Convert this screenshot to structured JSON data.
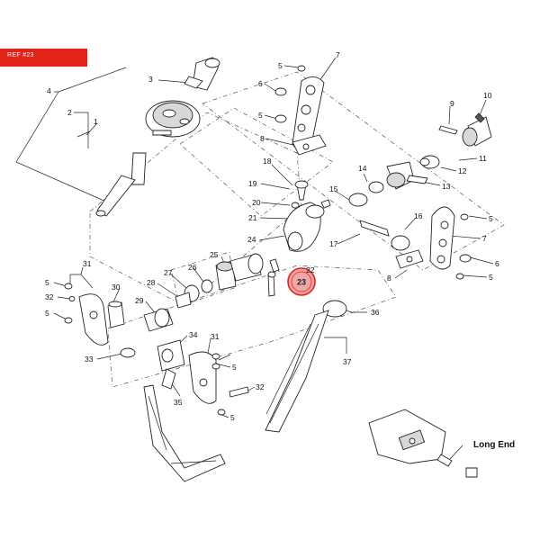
{
  "header": {
    "ref_label": "REF #23"
  },
  "highlight": {
    "color": "#e2231a",
    "callout": "23"
  },
  "callouts": [
    "1",
    "2",
    "3",
    "4",
    "5",
    "6",
    "7",
    "8",
    "9",
    "10",
    "11",
    "12",
    "13",
    "14",
    "15",
    "16",
    "17",
    "19",
    "20",
    "21",
    "22",
    "24",
    "25",
    "26",
    "27",
    "28",
    "29",
    "30",
    "31",
    "32",
    "33",
    "34",
    "35",
    "36",
    "37",
    "18"
  ],
  "long_end_label": "Long End"
}
